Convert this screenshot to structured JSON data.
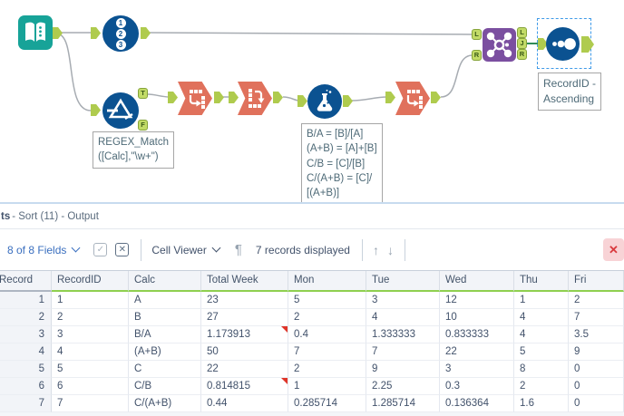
{
  "colors": {
    "input_tool": "#17A398",
    "blue_tool": "#0B5291",
    "orange_tool": "#E0715C",
    "join_tool": "#7B4FA0",
    "anchor_green": "#C2DB67",
    "join_output_wire": "#2E8B57",
    "header_underline_green": "#8FD04F",
    "flag_red": "#DF3428",
    "link_blue": "#3A6FBF"
  },
  "canvas": {
    "record_id_numbers": [
      "1",
      "2",
      "3"
    ],
    "anchors": {
      "t": "T",
      "f": "F",
      "l": "L",
      "r": "R",
      "j": "J"
    },
    "filter_annotation": [
      "REGEX_Match",
      "([Calc],\"\\w+\")"
    ],
    "formula_annotation": [
      "B/A = [B]/[A]",
      "(A+B) = [A]+[B]",
      "C/B = [C]/[B]",
      "C/(A+B) = [C]/",
      "[(A+B)]"
    ],
    "sort_annotation": [
      "RecordID -",
      "Ascending"
    ]
  },
  "results_panel": {
    "title_bold": "ts",
    "title_rest": " - Sort (11) - Output",
    "toolbar": {
      "fields_dropdown": "8 of 8 Fields",
      "check_icon_glyph": "✓",
      "x_box_icon_glyph": "✕",
      "cell_viewer_dropdown": "Cell Viewer",
      "pilcrow": "¶",
      "records_status": "7 records displayed",
      "up_arrow": "↑",
      "down_arrow": "↓",
      "close_glyph": "✕"
    },
    "table": {
      "columns": [
        "Record",
        "RecordID",
        "Calc",
        "Total Week",
        "Mon",
        "Tue",
        "Wed",
        "Thu",
        "Fri"
      ],
      "rows": [
        [
          "1",
          "1",
          "A",
          "23",
          "5",
          "3",
          "12",
          "1",
          "2"
        ],
        [
          "2",
          "2",
          "B",
          "27",
          "2",
          "4",
          "10",
          "4",
          "7"
        ],
        [
          "3",
          "3",
          "B/A",
          "1.173913",
          "0.4",
          "1.333333",
          "0.833333",
          "4",
          "3.5"
        ],
        [
          "4",
          "4",
          "(A+B)",
          "50",
          "7",
          "7",
          "22",
          "5",
          "9"
        ],
        [
          "5",
          "5",
          "C",
          "22",
          "2",
          "9",
          "3",
          "8",
          "0"
        ],
        [
          "6",
          "6",
          "C/B",
          "0.814815",
          "1",
          "2.25",
          "0.3",
          "2",
          "0"
        ],
        [
          "7",
          "7",
          "C/(A+B)",
          "0.44",
          "0.285714",
          "1.285714",
          "0.136364",
          "1.6",
          "0"
        ]
      ],
      "flagged_total_week_rows": [
        3,
        6
      ]
    }
  }
}
